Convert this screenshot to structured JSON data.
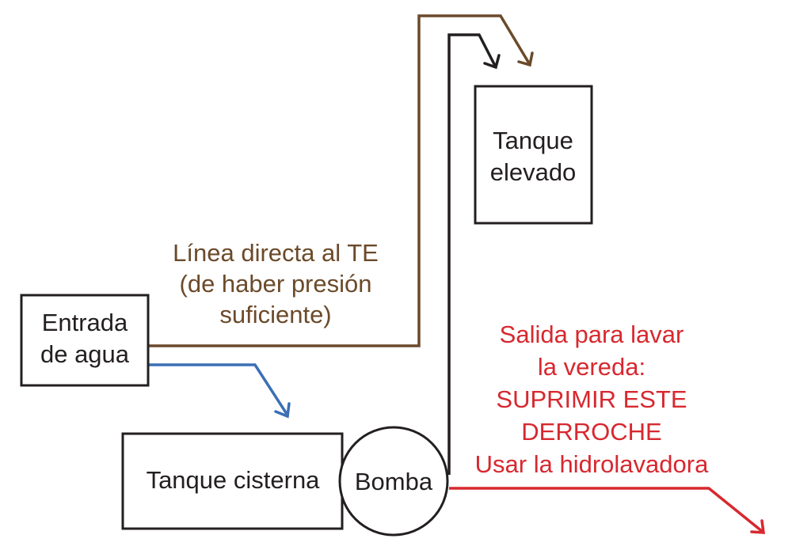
{
  "nodes": {
    "entrada": {
      "line1": "Entrada",
      "line2": "de agua"
    },
    "cisterna": {
      "label": "Tanque cisterna"
    },
    "bomba": {
      "label": "Bomba"
    },
    "elevado": {
      "line1": "Tanque",
      "line2": "elevado"
    }
  },
  "annotations": {
    "direct_line": {
      "line1": "Línea directa al TE",
      "line2": "(de haber presión",
      "line3": "suficiente)"
    },
    "outlet": {
      "line1": "Salida para lavar",
      "line2": "la vereda:",
      "line3": "SUPRIMIR ESTE",
      "line4": "DERROCHE",
      "line5": "Usar la hidrolavadora"
    }
  },
  "colors": {
    "outline": "#231f20",
    "direct_line": "#6b4a2a",
    "cistern_feed": "#3a6fb5",
    "pump_line": "#231f20",
    "outlet": "#d7282f"
  }
}
